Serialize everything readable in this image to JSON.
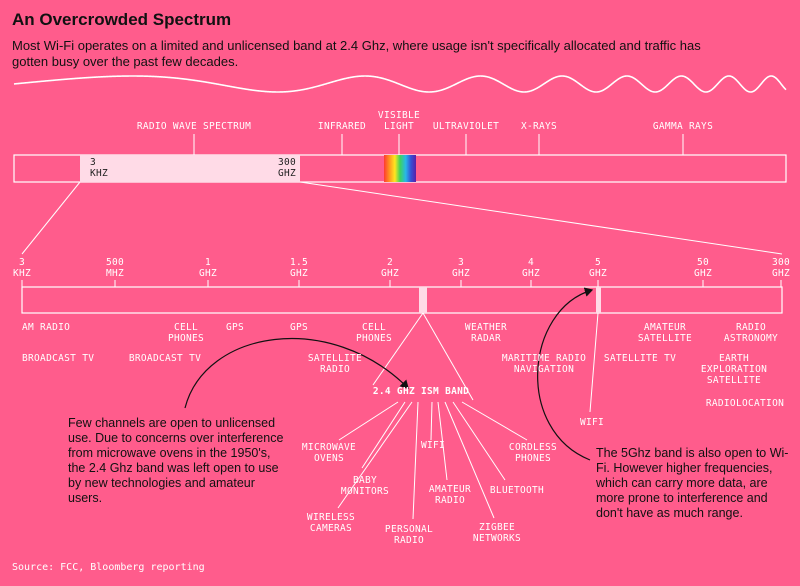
{
  "title": "An Overcrowded Spectrum",
  "subtitle": "Most Wi-Fi operates on a limited and unlicensed band at 2.4 Ghz, where usage isn't specifically allocated and traffic has gotten busy over the past few decades.",
  "colors": {
    "background": "#ff5c8c",
    "line": "#ffffff",
    "highlight": "#ffdbe7",
    "text": "#111111"
  },
  "top_spectrum": {
    "labels": {
      "radio": "RADIO WAVE SPECTRUM",
      "infrared": "INFRARED",
      "visible": "VISIBLE\nLIGHT",
      "ultraviolet": "ULTRAVIOLET",
      "xrays": "X-RAYS",
      "gamma": "GAMMA RAYS"
    },
    "range_start": "3\nKHZ",
    "range_end": "300\nGHZ"
  },
  "bottom_ticks": [
    "3\nKHZ",
    "500\nMHZ",
    "1\nGHZ",
    "1.5\nGHZ",
    "2\nGHZ",
    "3\nGHZ",
    "4\nGHZ",
    "5\nGHZ",
    "50\nGHZ",
    "300\nGHZ"
  ],
  "uses": {
    "am_radio": "AM RADIO",
    "broadcast_tv_1": "BROADCAST TV",
    "cell_phones_1": "CELL\nPHONES",
    "gps_1": "GPS",
    "broadcast_tv_2": "BROADCAST TV",
    "gps_2": "GPS",
    "cell_phones_2": "CELL\nPHONES",
    "satellite_radio": "SATELLITE\nRADIO",
    "weather_radar": "WEATHER\nRADAR",
    "maritime": "MARITIME RADIO\nNAVIGATION",
    "amateur_satellite": "AMATEUR\nSATELLITE",
    "satellite_tv": "SATELLITE TV",
    "radio_astronomy": "RADIO\nASTRONOMY",
    "earth_exploration": "EARTH\nEXPLORATION\nSATELLITE",
    "radiolocation": "RADIOLOCATION",
    "wifi_5": "WIFI"
  },
  "ism_band": {
    "title": "2.4 GHZ ISM BAND",
    "uses": [
      "MICROWAVE\nOVENS",
      "BABY\nMONITORS",
      "WIRELESS\nCAMERAS",
      "WIFI",
      "PERSONAL\nRADIO",
      "AMATEUR\nRADIO",
      "ZIGBEE\nNETWORKS",
      "BLUETOOTH",
      "CORDLESS\nPHONES"
    ]
  },
  "notes": {
    "left": "Few channels are open to unlicensed use. Due to concerns over interference from microwave ovens in the 1950's, the 2.4 Ghz band was left open to use by new technologies and amateur users.",
    "right": "The 5Ghz band is also open to Wi-Fi. However higher frequencies, which can carry more data, are more prone to interference and don't have as much range."
  },
  "source": "Source: FCC, Bloomberg reporting"
}
